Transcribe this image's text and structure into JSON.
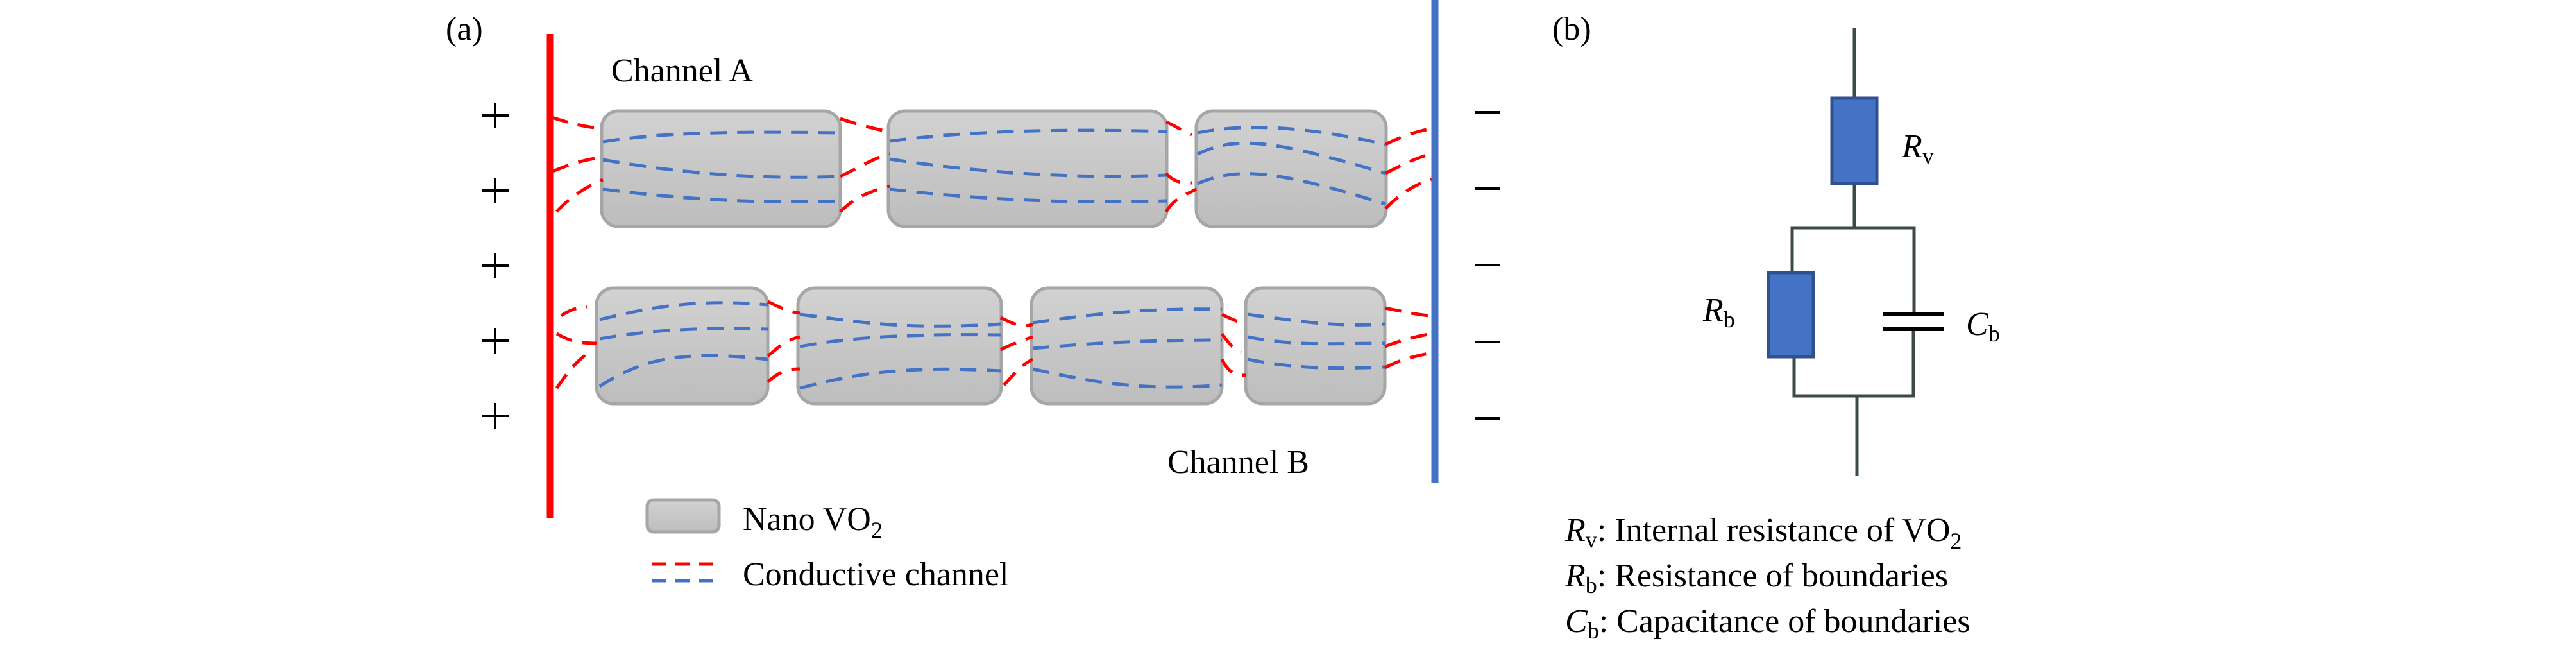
{
  "panel_a": {
    "label": "(a)",
    "channel_a_label": "Channel A",
    "channel_b_label": "Channel B",
    "anode_sign": "+",
    "cathode_sign": "−",
    "anode_signs_count": 5,
    "cathode_signs_count": 5,
    "anode_color": "#ff0000",
    "cathode_color": "#4472c4",
    "grain_fill_top": "#d2d2d2",
    "grain_fill_bottom": "#bdbdbd",
    "grain_border": "#a6a6a6",
    "channel_red": "#ff0000",
    "channel_blue": "#4472c4",
    "channel_a_grains": 3,
    "channel_b_grains": 4,
    "legend": {
      "grain_label": "Nano VO",
      "grain_label_sub": "2",
      "channel_label": "Conductive channel"
    }
  },
  "panel_b": {
    "label": "(b)",
    "wire_color": "#3d4b47",
    "resistor_fill": "#4472c4",
    "resistor_border": "#2f528f",
    "components": [
      {
        "id": "Rv",
        "symbol": "R",
        "sub": "v",
        "type": "resistor"
      },
      {
        "id": "Rb",
        "symbol": "R",
        "sub": "b",
        "type": "resistor"
      },
      {
        "id": "Cb",
        "symbol": "C",
        "sub": "b",
        "type": "capacitor"
      }
    ],
    "definitions": [
      {
        "symbol": "R",
        "sub": "v",
        "text": ": Internal resistance of VO",
        "text_sub": "2"
      },
      {
        "symbol": "R",
        "sub": "b",
        "text": ": Resistance of boundaries",
        "text_sub": ""
      },
      {
        "symbol": "C",
        "sub": "b",
        "text": ": Capacitance of boundaries",
        "text_sub": ""
      }
    ]
  }
}
